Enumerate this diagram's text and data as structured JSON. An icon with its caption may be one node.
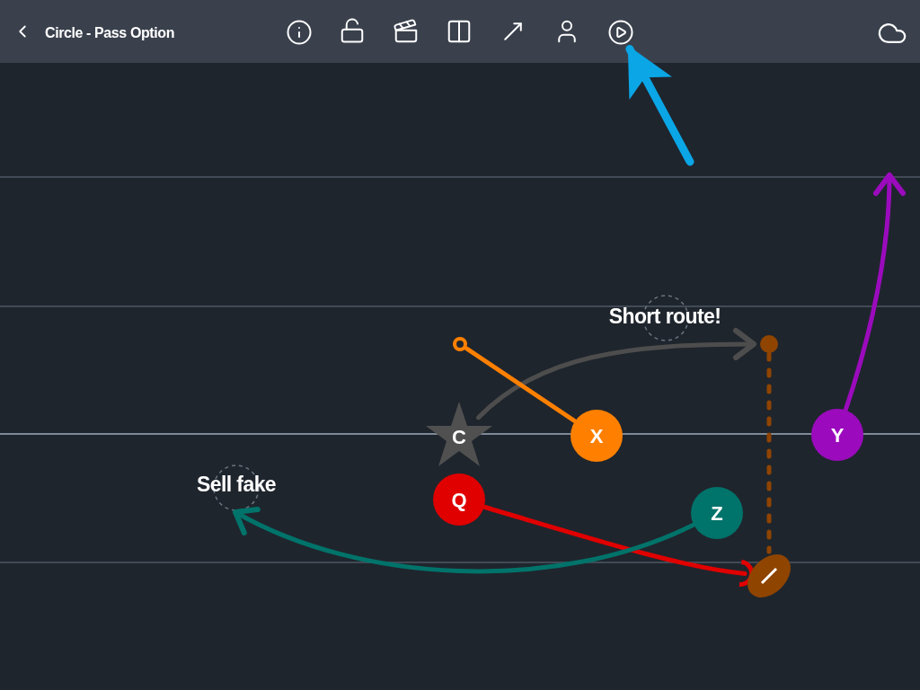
{
  "diagram": {
    "title": "Circle - Pass Option",
    "nodes": [
      {
        "text": [
          "C"
        ]
      },
      {
        "text": [
          "X"
        ]
      },
      {
        "text": [
          "Y"
        ]
      },
      {
        "text": [
          "Q"
        ]
      },
      {
        "text": [
          "Z"
        ]
      },
      {
        "text": [],
        "shape": "picture"
      },
      {
        "text": [],
        "shape": "circle"
      },
      {
        "text": [],
        "shape": "circle"
      },
      {
        "text": [],
        "shape": "circle"
      }
    ],
    "edges": [
      {
        "from": 0,
        "to": 6,
        "arrow": "to",
        "color": "#4d4d4d"
      },
      {
        "from": 1,
        "to": 7,
        "arrow": "none",
        "color": "#ff8000"
      },
      {
        "from": 6,
        "to": 5,
        "arrow": "none",
        "style": "dashed",
        "color": "#8f4400"
      },
      {
        "from": 3,
        "to": 5,
        "arrow": "other",
        "color": "#e00000"
      },
      {
        "from": 4,
        "to": null,
        "arrow": "to",
        "color": "#00736a"
      },
      {
        "from": 2,
        "to": null,
        "arrow": "to",
        "color": "#9b0bbd"
      },
      {
        "from": null,
        "to": 8,
        "arrow": "to",
        "style": "thick",
        "color": "#0aa6e6"
      }
    ],
    "labels": [
      "Short route!",
      "Sell fake"
    ]
  }
}
